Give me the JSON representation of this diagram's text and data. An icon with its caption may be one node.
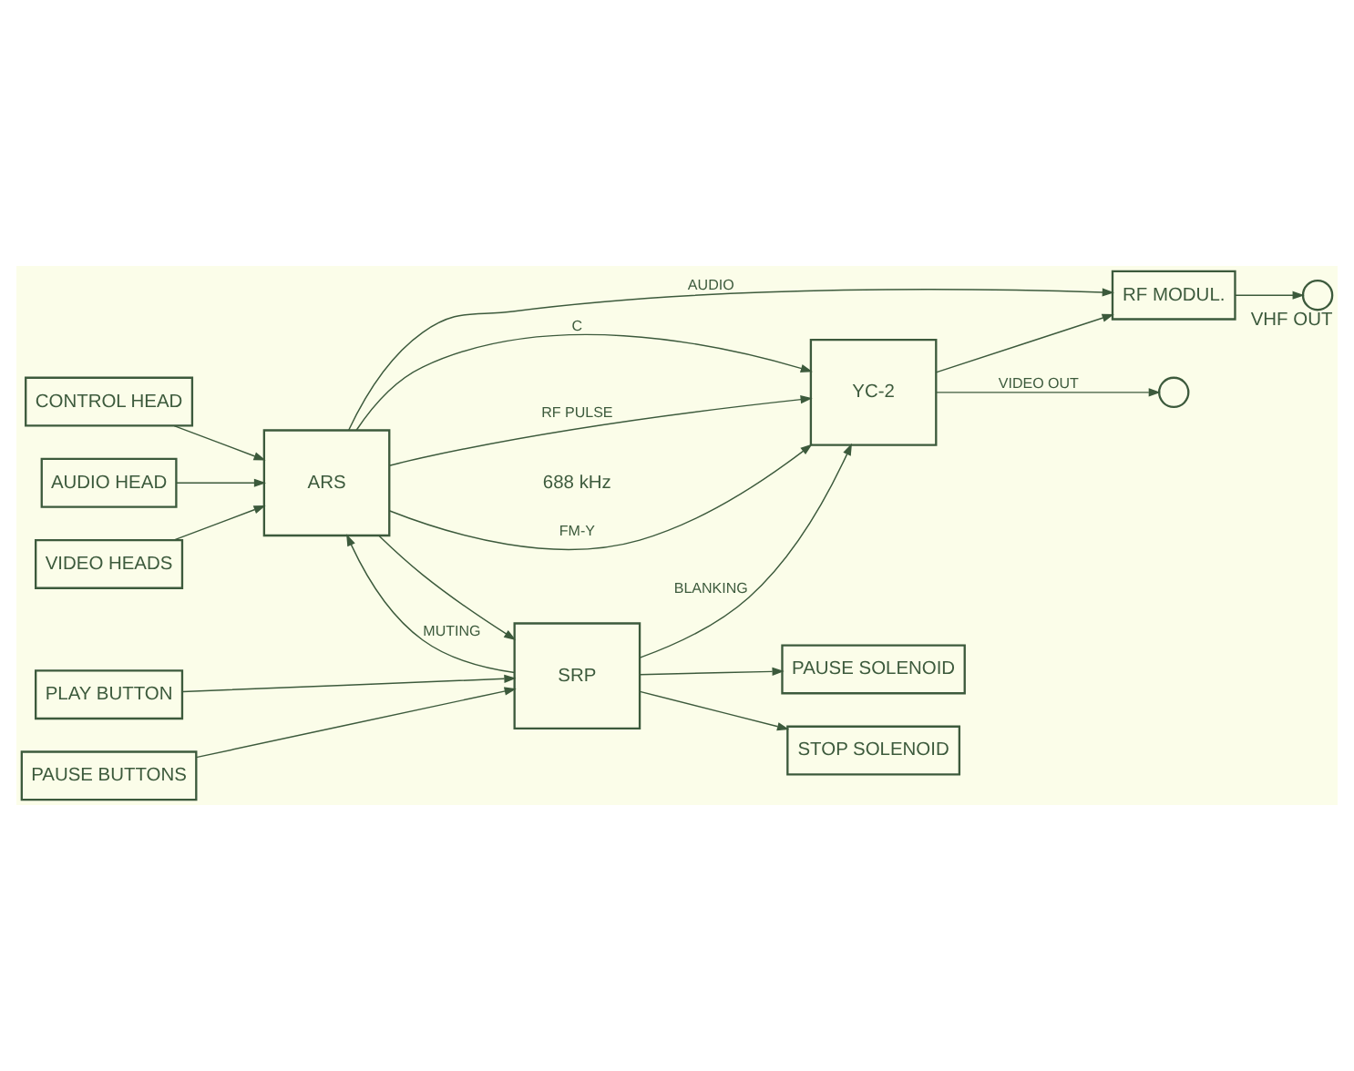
{
  "diagram": {
    "nodes": [
      {
        "text": [
          "VIDEO HEADS"
        ]
      },
      {
        "text": [
          "CONTROL HEAD"
        ]
      },
      {
        "text": [
          "AUDIO HEAD"
        ]
      },
      {
        "text": [
          "ARS"
        ]
      },
      {
        "text": [
          "YC-2"
        ]
      },
      {
        "text": [],
        "shape": "circle"
      },
      {
        "text": [
          "RF MODUL."
        ]
      },
      {
        "text": [],
        "shape": "circle",
        "beside": [
          "VHF OUT"
        ]
      },
      {
        "text": [
          "SRP"
        ]
      },
      {
        "text": [
          "PLAY BUTTON"
        ]
      },
      {
        "text": [
          "STOP SOLENOID"
        ]
      },
      {
        "text": [
          "PAUSE BUTTONS"
        ]
      },
      {
        "text": [
          "PAUSE SOLENOID"
        ]
      }
    ],
    "edges": [
      {
        "from": 0,
        "to": 3,
        "arrow": "to"
      },
      {
        "from": 1,
        "to": 3,
        "arrow": "to"
      },
      {
        "from": 2,
        "to": 3,
        "arrow": "to"
      },
      {
        "from": 3,
        "to": 4,
        "arrow": "to",
        "label": "FM-Y"
      },
      {
        "from": 3,
        "to": 4,
        "arrow": "to",
        "label": "C"
      },
      {
        "from": 3,
        "to": 4,
        "arrow": "to",
        "label": "RF PULSE"
      },
      {
        "from": 3,
        "to": 8,
        "arrow": "to"
      },
      {
        "from": 8,
        "to": 3,
        "arrow": "to",
        "label": "MUTING"
      },
      {
        "from": 3,
        "to": 6,
        "arrow": "to",
        "label": "AUDIO"
      },
      {
        "from": 8,
        "to": 4,
        "arrow": "to",
        "label": "BLANKING"
      },
      {
        "from": 4,
        "to": 5,
        "arrow": "to",
        "label": "VIDEO OUT"
      },
      {
        "from": 4,
        "to": 6,
        "arrow": "to"
      },
      {
        "from": 6,
        "to": 7,
        "arrow": "to"
      },
      {
        "from": 9,
        "to": 8,
        "arrow": "to"
      },
      {
        "from": 11,
        "to": 8,
        "arrow": "to"
      },
      {
        "from": 8,
        "to": 10,
        "arrow": "to"
      },
      {
        "from": 8,
        "to": 12,
        "arrow": "to"
      }
    ],
    "labels": [
      "688 kHz"
    ]
  }
}
